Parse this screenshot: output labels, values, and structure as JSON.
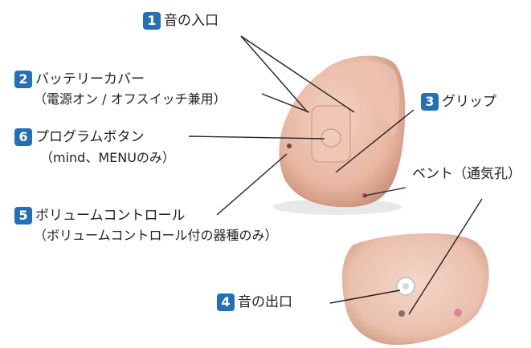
{
  "callouts": {
    "c1": {
      "number": "1",
      "text": "音の入口"
    },
    "c2": {
      "number": "2",
      "text": "バッテリーカバー",
      "sub": "（電源オン / オフスイッチ兼用）"
    },
    "c3": {
      "number": "3",
      "text": "グリップ"
    },
    "c4": {
      "number": "4",
      "text": "音の出口"
    },
    "c5": {
      "number": "5",
      "text": "ボリュームコントロール",
      "sub": "（ボリュームコントロール付の器種のみ）"
    },
    "c6": {
      "number": "6",
      "text": "プログラムボタン",
      "sub": "（mind、MENUのみ）"
    },
    "vent": {
      "text": "ベント（通気孔）"
    }
  },
  "colors": {
    "badge": "#2370b8",
    "device": "#e8b7a2",
    "device_shadow": "#c98f78"
  }
}
